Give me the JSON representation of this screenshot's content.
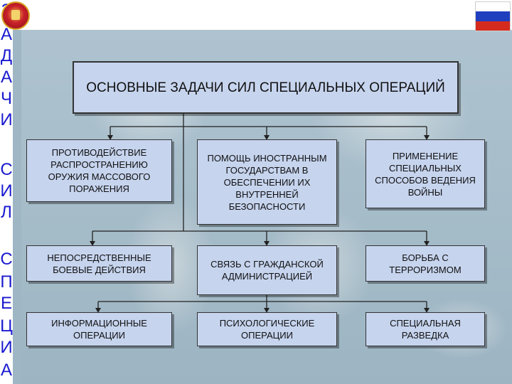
{
  "side_letters": [
    "З",
    "А",
    "Д",
    "А",
    "Ч",
    "И",
    "",
    "С",
    "И",
    "Л",
    "",
    "С",
    "П",
    "Е",
    "Ц",
    "И",
    "А"
  ],
  "flag_colors": [
    "#ffffff",
    "#1f3fbf",
    "#d52b1e"
  ],
  "emblem": "army-emblem-icon",
  "title": "ОСНОВНЫЕ ЗАДАЧИ СИЛ СПЕЦИАЛЬНЫХ ОПЕРАЦИЙ",
  "tasks": {
    "row1": [
      "ПРОТИВОДЕЙСТВИЕ РАСПРОСТРАНЕНИЮ ОРУЖИЯ МАССОВОГО ПОРАЖЕНИЯ",
      "ПОМОЩЬ ИНОСТРАННЫМ ГОСУДАРСТВАМ В ОБЕСПЕЧЕНИИ ИХ ВНУТРЕННЕЙ БЕЗОПАСНОСТИ",
      "ПРИМЕНЕНИЕ СПЕЦИАЛЬНЫХ СПОСОБОВ ВЕДЕНИЯ ВОЙНЫ"
    ],
    "row2": [
      "НЕПОСРЕДСТВЕННЫЕ БОЕВЫЕ ДЕЙСТВИЯ",
      "СВЯЗЬ С ГРАЖДАНСКОЙ АДМИНИСТРАЦИЕЙ",
      "БОРЬБА С ТЕРРОРИЗМОМ"
    ],
    "row3": [
      "ИНФОРМАЦИОННЫЕ ОПЕРАЦИИ",
      "ПСИХОЛОГИЧЕСКИЕ ОПЕРАЦИИ",
      "СПЕЦИАЛЬНАЯ РАЗВЕДКА"
    ]
  }
}
